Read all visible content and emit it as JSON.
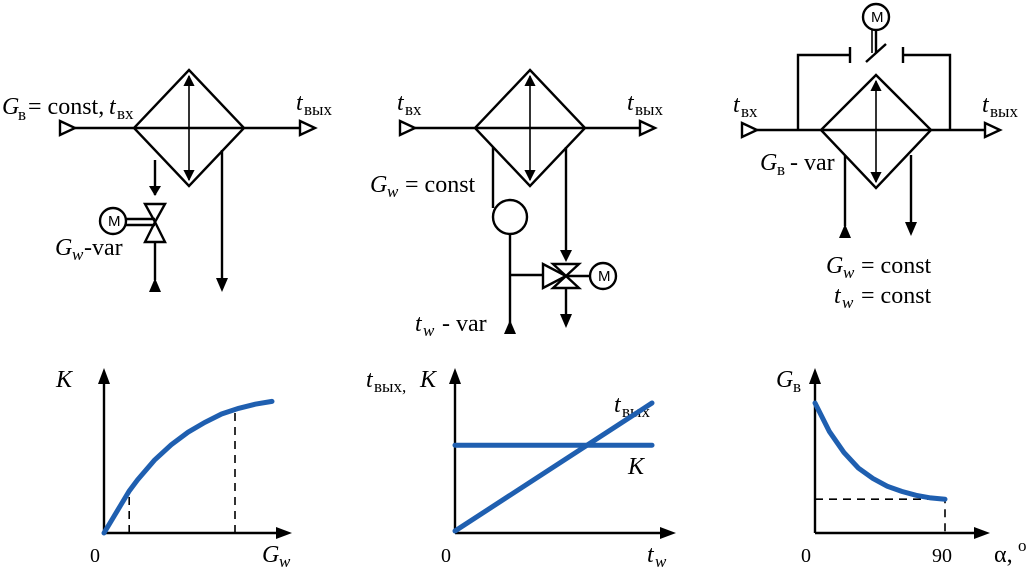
{
  "scheme1": {
    "label_G_left": "G",
    "label_G_sub": "в",
    "label_eq": "= const,",
    "label_t": "t",
    "label_t_sub": "вх",
    "out_t": "t",
    "out_t_sub": "вых",
    "gw_G": "G",
    "gw_sub": "w",
    "gw_var": "-var",
    "motor": "M"
  },
  "scheme2": {
    "in_t": "t",
    "in_sub": "вх",
    "out_t": "t",
    "out_sub": "вых",
    "gw_G": "G",
    "gw_sub": "w",
    "gw_const": " = const",
    "tw_t": "t",
    "tw_sub": "w",
    "tw_var": " - var",
    "motor": "M"
  },
  "scheme3": {
    "in_t": "t",
    "in_sub": "вх",
    "out_t": "t",
    "out_sub": "вых",
    "gv_G": "G",
    "gv_sub": "в",
    "gv_var": "- var",
    "gw_G": "G",
    "gw_sub": "w",
    "gw_const": " = const",
    "tw_t": "t",
    "tw_sub": "w",
    "tw_const": " = const",
    "motor": "M"
  },
  "chart_data": [
    {
      "type": "line",
      "ylabel": "K",
      "xlabel": "G",
      "xlabel_sub": "w",
      "x_ticks": [
        "0"
      ],
      "series": [
        {
          "x": [
            0,
            0.05,
            0.1,
            0.15,
            0.2,
            0.3,
            0.4,
            0.5,
            0.6,
            0.7,
            0.8,
            0.9,
            1.0
          ],
          "y": [
            0,
            0.1,
            0.2,
            0.3,
            0.38,
            0.52,
            0.63,
            0.72,
            0.79,
            0.85,
            0.89,
            0.92,
            0.94
          ]
        }
      ],
      "guides": [
        {
          "x": 0.15,
          "y": 0.3
        },
        {
          "x": 0.78,
          "y": 0.88
        }
      ]
    },
    {
      "type": "line",
      "ylabel": "t",
      "ylabel_sub": "вых,",
      "ylabel_extra": "K",
      "xlabel": "t",
      "xlabel_sub": "w",
      "x_ticks": [
        "0"
      ],
      "series": [
        {
          "name": "t",
          "name_sub": "вых",
          "x": [
            0,
            1
          ],
          "y": [
            0,
            1
          ]
        },
        {
          "name": "K",
          "x": [
            0,
            1
          ],
          "y": [
            0.67,
            0.67
          ]
        }
      ]
    },
    {
      "type": "line",
      "ylabel": "G",
      "ylabel_sub": "в",
      "xlabel": "α,",
      "xlabel_sup": "o",
      "x_ticks": [
        "0",
        "90"
      ],
      "series": [
        {
          "x": [
            0,
            10,
            20,
            30,
            40,
            50,
            60,
            70,
            80,
            90
          ],
          "y": [
            1.0,
            0.78,
            0.62,
            0.5,
            0.42,
            0.36,
            0.32,
            0.29,
            0.27,
            0.26
          ]
        }
      ],
      "guides": [
        {
          "x": 90,
          "y": 0.26
        }
      ]
    }
  ]
}
